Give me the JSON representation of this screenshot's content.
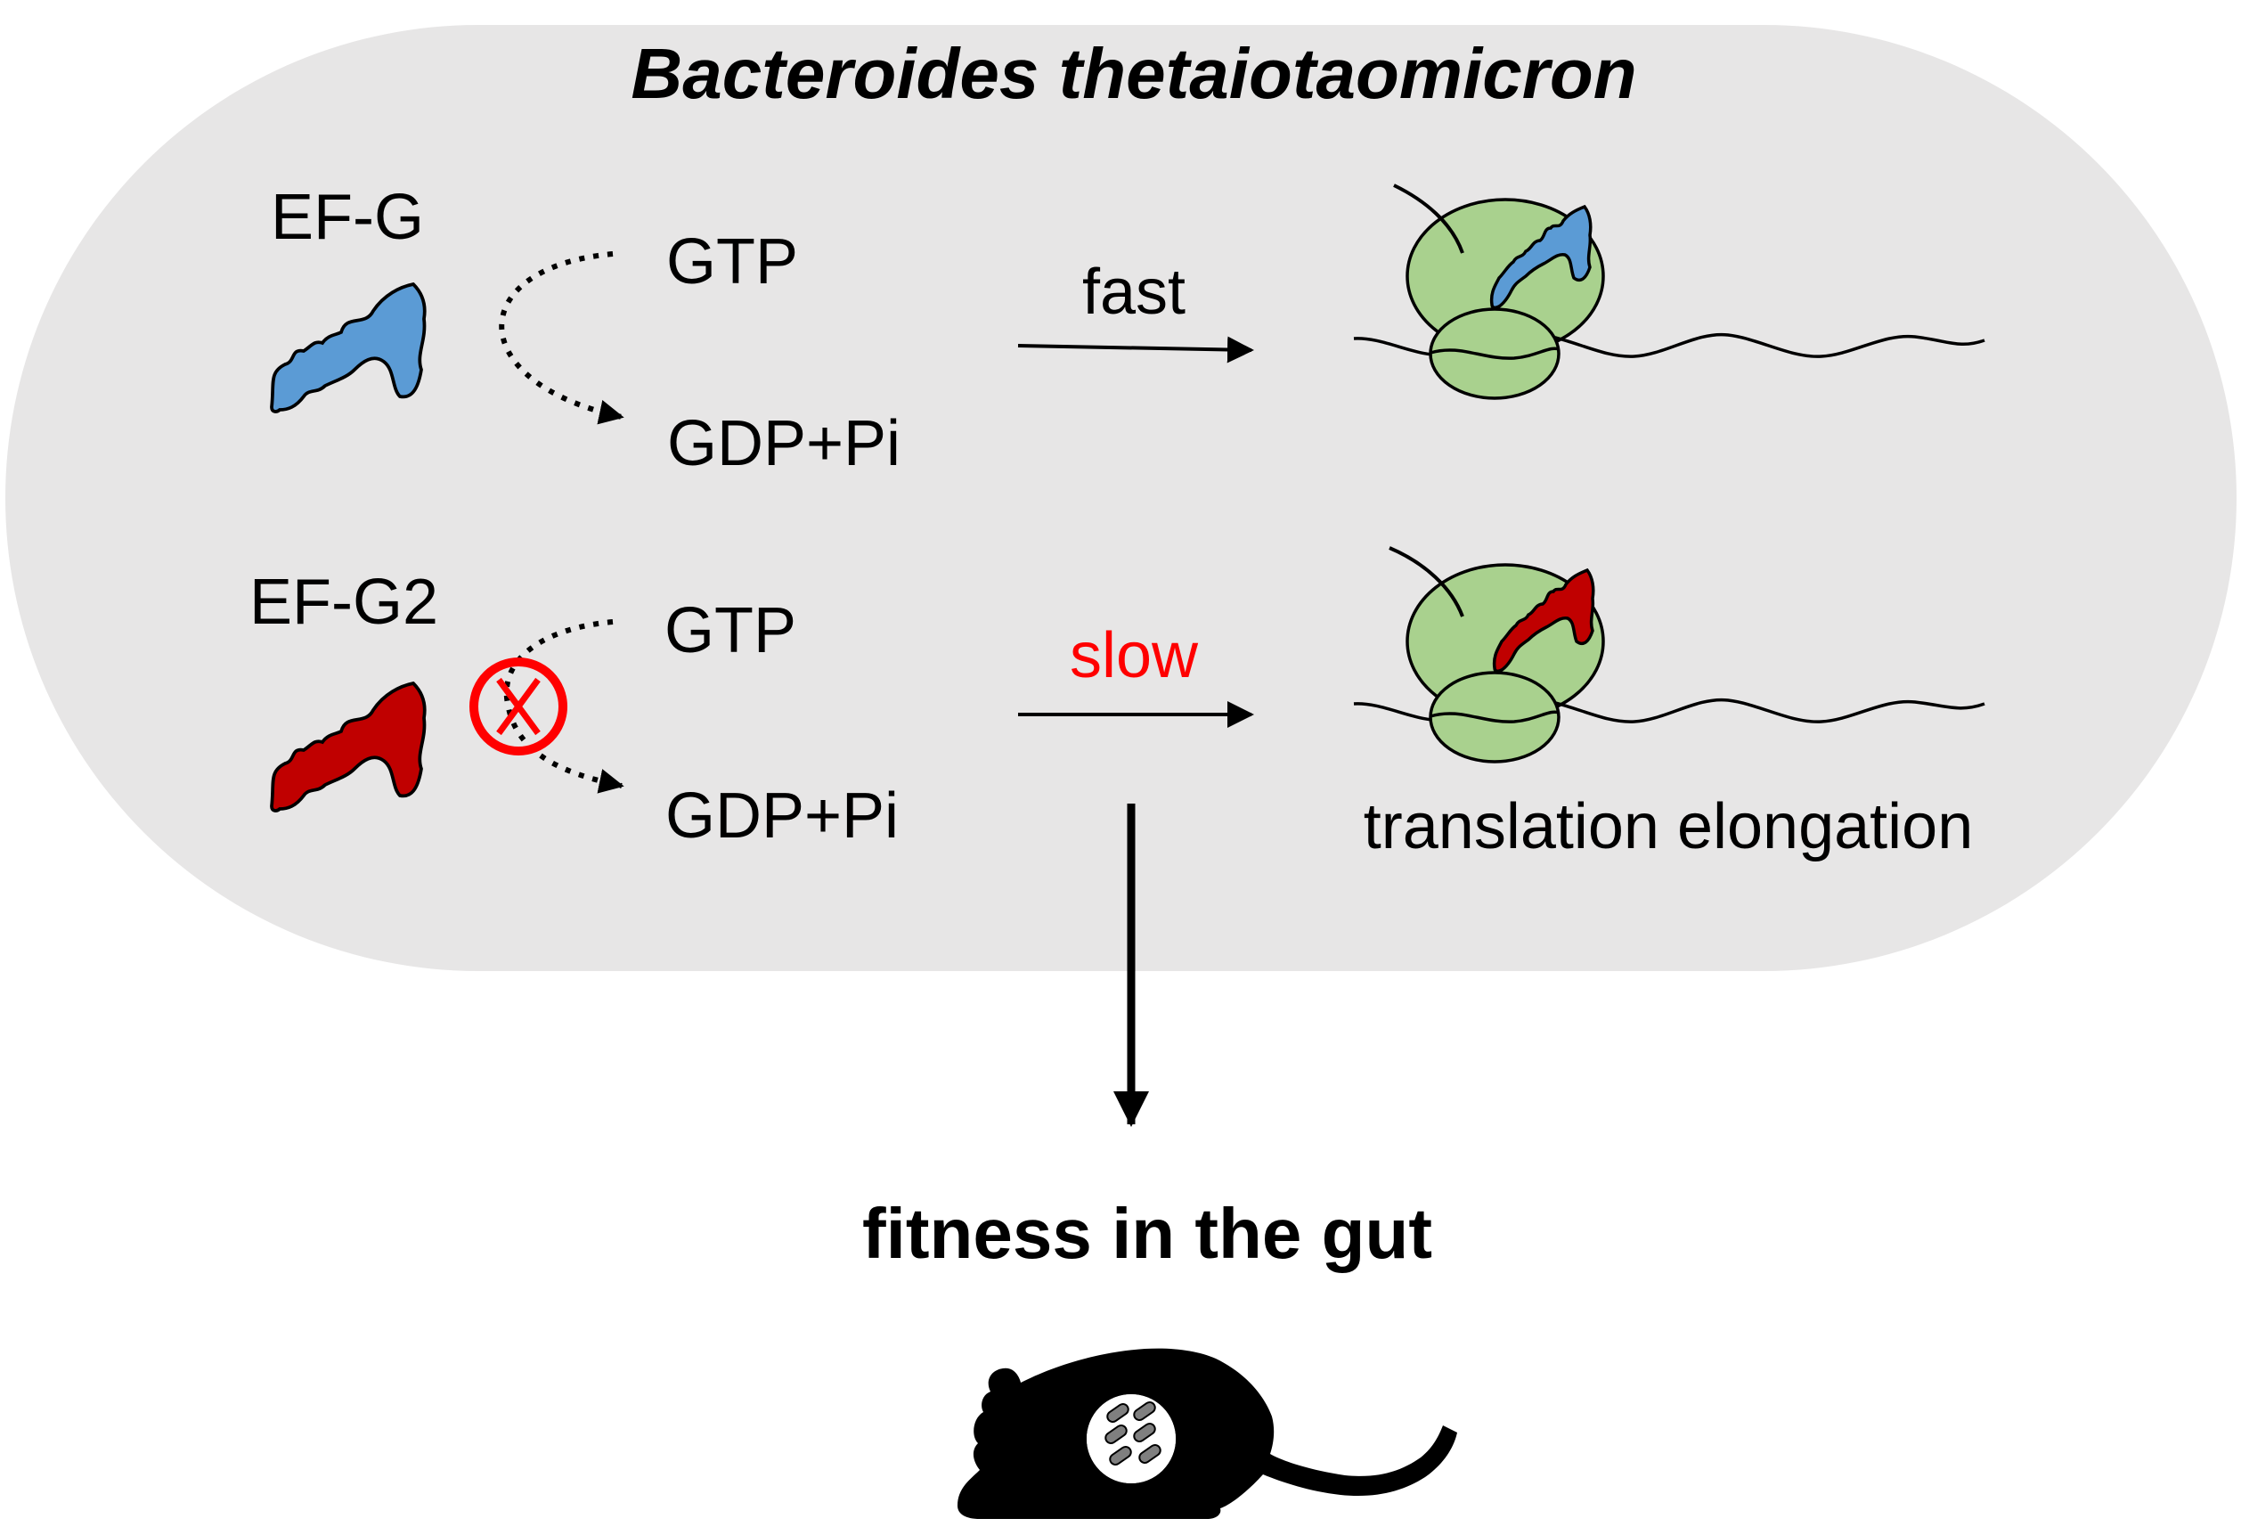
{
  "title": "Bacteroides thetaiotaomicron",
  "rows": [
    {
      "protein": "EF-G",
      "substrate": "GTP",
      "product": "GDP+Pi",
      "speed": "fast",
      "protein_color": "#5b9bd5",
      "hydrolysis_blocked": false
    },
    {
      "protein": "EF-G2",
      "substrate": "GTP",
      "product": "GDP+Pi",
      "speed": "slow",
      "protein_color": "#c00000",
      "hydrolysis_blocked": true,
      "speed_color": "#ff0000"
    }
  ],
  "process_label": "translation elongation",
  "outcome": "fitness in the gut",
  "colors": {
    "cell_background": "#e7e6e6",
    "ribosome": "#a9d18e",
    "block_symbol": "#ff0000",
    "mouse": "#000000",
    "bacteria": "#7f7f7f"
  },
  "icons": {
    "ribosome": "ribosome-icon",
    "mouse": "mouse-icon",
    "block": "inhibition-icon"
  }
}
